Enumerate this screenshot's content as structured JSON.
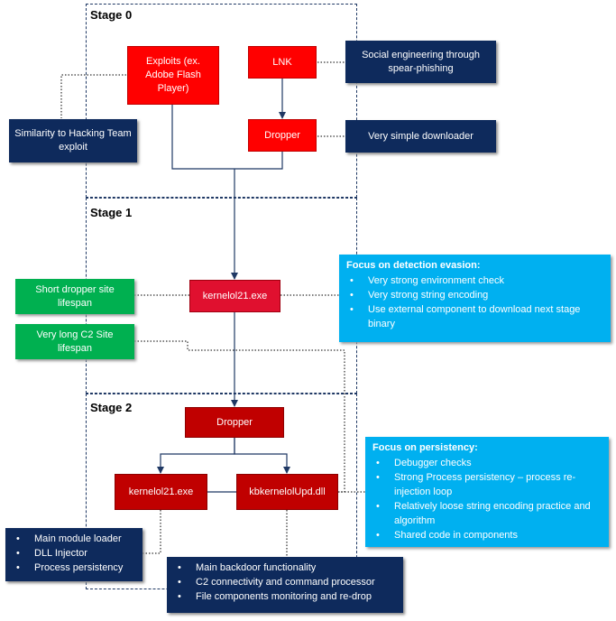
{
  "stages": {
    "stage0": "Stage 0",
    "stage1": "Stage 1",
    "stage2": "Stage 2"
  },
  "nodes": {
    "exploits": "Exploits (ex. Adobe Flash Player)",
    "lnk": "LNK",
    "dropper0": "Dropper",
    "kernelol_stage1": "kernelol21.exe",
    "dropper2": "Dropper",
    "kernelol_stage2": "kernelol21.exe",
    "kbkernelol": "kbkernelolUpd.dll"
  },
  "notes": {
    "similarity": "Similarity to Hacking Team exploit",
    "social": "Social engineering through spear-phishing",
    "downloader": "Very simple downloader",
    "short_site": "Short dropper site lifespan",
    "long_c2": "Very long C2 Site lifespan"
  },
  "detection": {
    "title": "Focus on detection evasion:",
    "items": [
      "Very strong environment check",
      "Very strong string encoding",
      "Use external component to download next stage binary"
    ]
  },
  "persistency": {
    "title": "Focus on persistency:",
    "items": [
      "Debugger checks",
      "Strong Process persistency – process re-injection loop",
      "Relatively loose string encoding practice and algorithm",
      "Shared code in components"
    ]
  },
  "loader_list": {
    "items": [
      "Main module loader",
      "DLL Injector",
      "Process persistency"
    ]
  },
  "backdoor_list": {
    "items": [
      "Main backdoor functionality",
      "C2 connectivity and command processor",
      "File components monitoring and re-drop"
    ]
  },
  "colors": {
    "red": "#ff0000",
    "crimson": "#e0102f",
    "dark_red": "#c00000",
    "navy": "#0e2a5c",
    "green": "#00b050",
    "cyan": "#00b0f0"
  }
}
